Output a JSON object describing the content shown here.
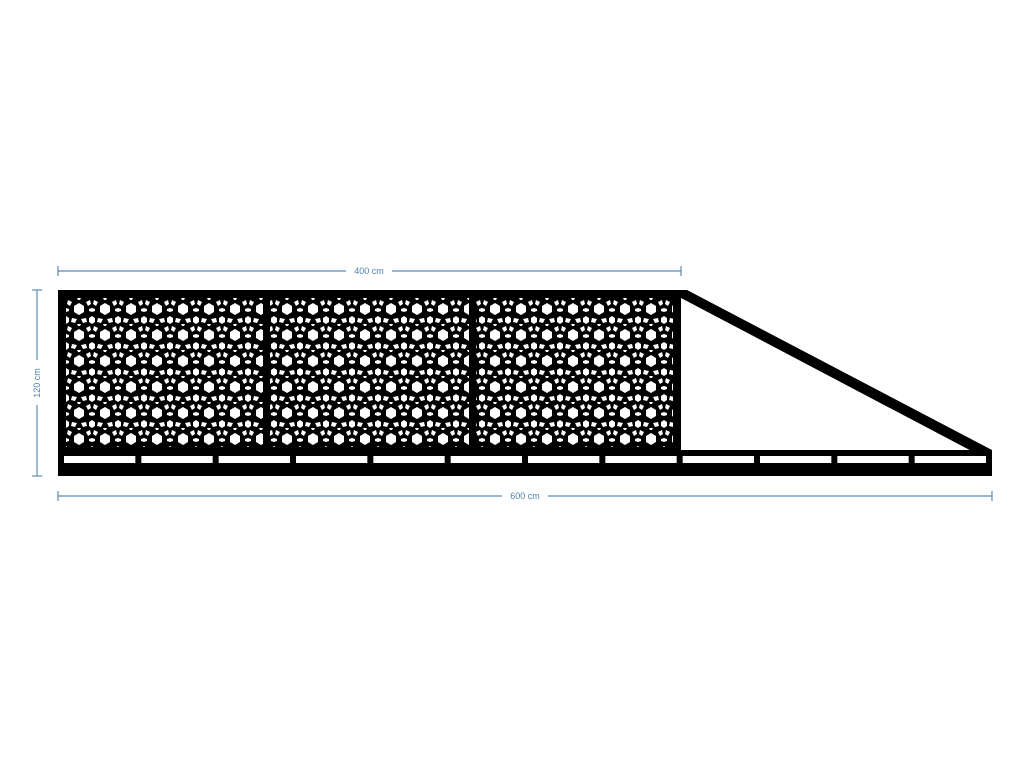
{
  "dimensions": {
    "top_width": "400 cm",
    "total_width": "600 cm",
    "height": "120 cm"
  },
  "colors": {
    "dimension_line": "#5b8bb5",
    "gate": "#000000",
    "background": "#ffffff"
  },
  "gate": {
    "panel_count": 3,
    "bottom_rail_posts": 13,
    "pattern": "geometric-star-lattice"
  }
}
